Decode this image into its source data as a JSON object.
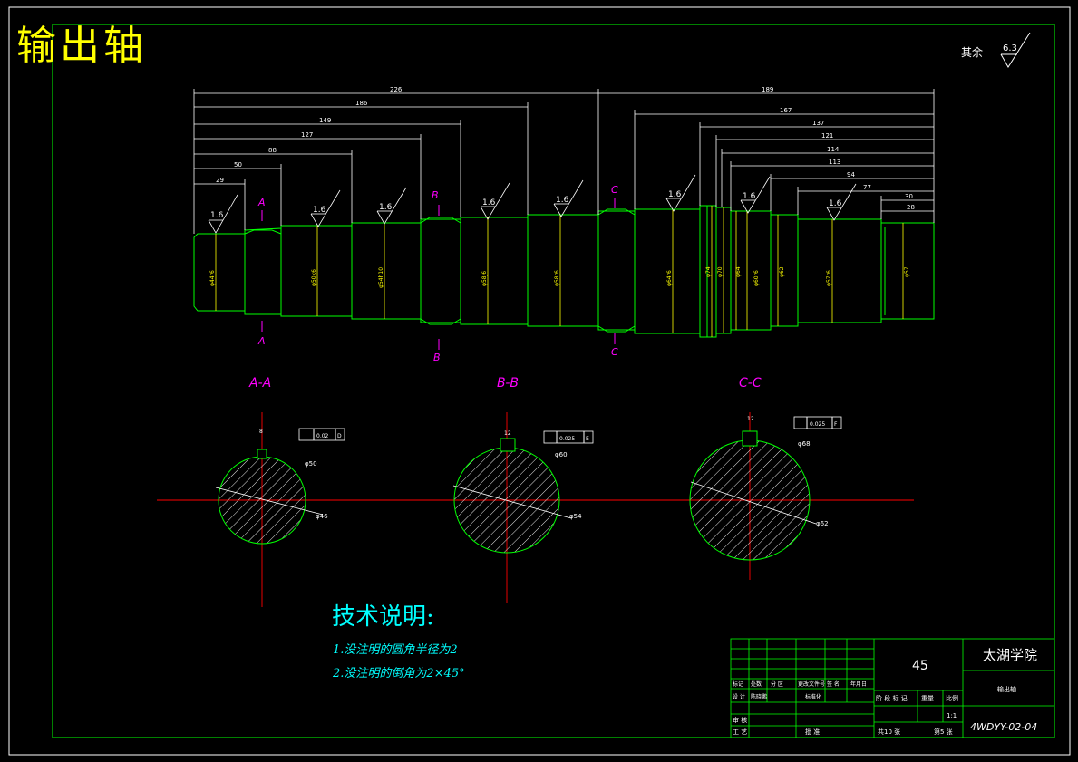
{
  "title": "输出轴",
  "roughness_general": {
    "label": "其余",
    "value": "6.3"
  },
  "roughness_marks": [
    "1.6",
    "1.6",
    "1.6",
    "1.6",
    "1.6",
    "1.6",
    "1.6",
    "1.6"
  ],
  "section_labels": {
    "A": "A",
    "B": "B",
    "C": "C"
  },
  "dimensions": {
    "top_left": [
      "226",
      "186",
      "149",
      "127",
      "88",
      "50",
      "29"
    ],
    "top_right": [
      "189",
      "167",
      "137",
      "121",
      "114",
      "113",
      "94",
      "77",
      "30",
      "28"
    ],
    "diameters": [
      "φ44r6",
      "φ50k6",
      "φ54h10",
      "φ58j6",
      "φ58r6",
      "φ64r6",
      "φ74",
      "φ70",
      "φ64",
      "φ60r6",
      "φ62",
      "φ57r6",
      "φ57"
    ]
  },
  "sections": [
    {
      "label": "A-A",
      "key_width": "8",
      "tolerance": "0.02",
      "datum": "D",
      "outer": "φ50",
      "inner": "φ46"
    },
    {
      "label": "B-B",
      "key_width": "12",
      "tolerance": "0.025",
      "datum": "E",
      "outer": "φ60",
      "inner": "φ54"
    },
    {
      "label": "C-C",
      "key_width": "12",
      "tolerance": "0.025",
      "datum": "F",
      "outer": "φ68",
      "inner": "φ62"
    }
  ],
  "notes": {
    "heading": "技术说明:",
    "items": [
      "1.没注明的圆角半径为2",
      "2.没注明的倒角为2×45°"
    ]
  },
  "title_block": {
    "material": "45",
    "school": "太湖学院",
    "part_name": "输出轴",
    "scale": "1:1",
    "drawing_no": "4WDYY-02-04",
    "sheets_total": "共10 张",
    "sheet_no": "第5 张",
    "row_labels": [
      "标记",
      "处数",
      "分 区",
      "更改文件号",
      "签 名",
      "年月日"
    ],
    "design_row": [
      "设 计",
      "陈晓鹏",
      "标准化"
    ],
    "stage_headers": [
      "阶 段 标 记",
      "重量",
      "比例"
    ],
    "review": "审 核",
    "process": "工 艺",
    "approve": "批 准"
  },
  "colors": {
    "frame": "#00ff00",
    "dim": "#ffffff",
    "center": "#ff0000",
    "label": "#ff00ff",
    "note": "#00ffff",
    "hatch": "#ffffff",
    "dia": "#ffff00"
  }
}
